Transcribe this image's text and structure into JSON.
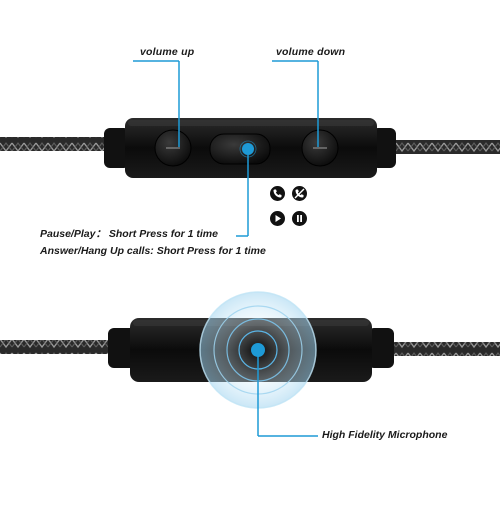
{
  "labels": {
    "volume_up": "volume up",
    "volume_down": "volume down",
    "pause_play": "Pause/Play： Short Press for 1 time",
    "answer_hang_up": "Answer/Hang Up calls: Short Press for 1 time",
    "microphone": "High Fidelity Microphone"
  },
  "icons": [
    "phone-answer-icon",
    "phone-hangup-icon",
    "play-icon",
    "pause-icon"
  ],
  "colors": {
    "accent": "#1e9ad6",
    "controller": "#151515",
    "cable": "#2b2b2b",
    "glow": "#bfe3f5"
  }
}
